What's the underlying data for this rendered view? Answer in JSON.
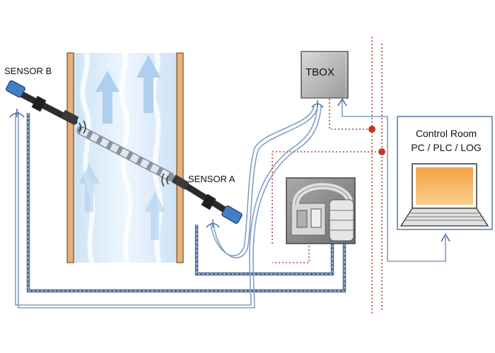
{
  "labels": {
    "sensor_b": "SENSOR B",
    "sensor_a": "SENSOR A",
    "tbox": "TBOX",
    "control_room_title": "Control Room",
    "control_room_subtitle": "PC / PLC / LOG"
  },
  "colors": {
    "pipe_wall": "#e6b27a",
    "flow_light": "#eaf4fd",
    "flow_arrow": "#a9ccec",
    "signal_cable": "#7f9fc6",
    "dashed_cable": "#4f6f9a",
    "power_dotted": "#b0433a",
    "control_box_border": "#6d8fb5",
    "laptop_screen": "#f6b25c",
    "tbox_fill": "#bfbfbf"
  }
}
